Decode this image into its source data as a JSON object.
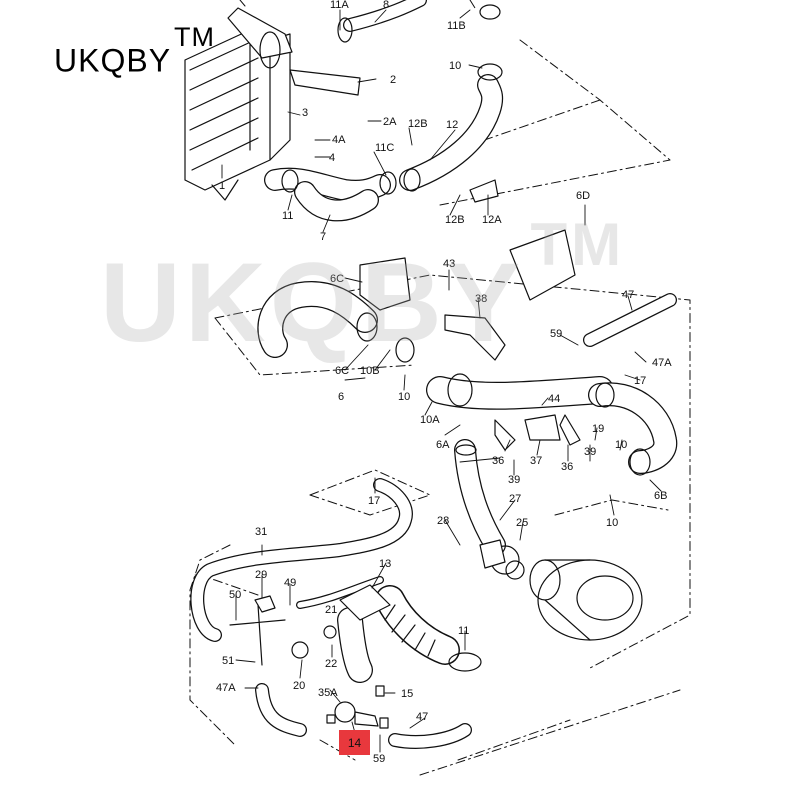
{
  "brand": {
    "name": "UKQBY",
    "mark": "TM"
  },
  "watermark": {
    "name": "UKQBY",
    "mark": "TM"
  },
  "highlight": {
    "label": "14",
    "color": "#e8383d"
  },
  "callouts": [
    {
      "id": "c-11a",
      "text": "11A"
    },
    {
      "id": "c-8",
      "text": "8"
    },
    {
      "id": "c-11b",
      "text": "11B"
    },
    {
      "id": "c-10-top",
      "text": "10"
    },
    {
      "id": "c-2",
      "text": "2"
    },
    {
      "id": "c-3",
      "text": "3"
    },
    {
      "id": "c-2a",
      "text": "2A"
    },
    {
      "id": "c-12b-top",
      "text": "12B"
    },
    {
      "id": "c-12",
      "text": "12"
    },
    {
      "id": "c-4a",
      "text": "4A"
    },
    {
      "id": "c-11c",
      "text": "11C"
    },
    {
      "id": "c-4",
      "text": "4"
    },
    {
      "id": "c-1",
      "text": "1"
    },
    {
      "id": "c-11-top",
      "text": "11"
    },
    {
      "id": "c-7",
      "text": "7"
    },
    {
      "id": "c-12b-bot",
      "text": "12B"
    },
    {
      "id": "c-12a",
      "text": "12A"
    },
    {
      "id": "c-6d",
      "text": "6D"
    },
    {
      "id": "c-43",
      "text": "43"
    },
    {
      "id": "c-6c-top",
      "text": "6C"
    },
    {
      "id": "c-38",
      "text": "38"
    },
    {
      "id": "c-47-top",
      "text": "47"
    },
    {
      "id": "c-59-mid",
      "text": "59"
    },
    {
      "id": "c-47a-right",
      "text": "47A"
    },
    {
      "id": "c-17-right",
      "text": "17"
    },
    {
      "id": "c-6c-bot",
      "text": "6C"
    },
    {
      "id": "c-10b",
      "text": "10B"
    },
    {
      "id": "c-6",
      "text": "6"
    },
    {
      "id": "c-10-mid",
      "text": "10"
    },
    {
      "id": "c-10a",
      "text": "10A"
    },
    {
      "id": "c-44",
      "text": "44"
    },
    {
      "id": "c-19",
      "text": "19"
    },
    {
      "id": "c-6a",
      "text": "6A"
    },
    {
      "id": "c-36-left",
      "text": "36"
    },
    {
      "id": "c-37",
      "text": "37"
    },
    {
      "id": "c-36-right",
      "text": "36"
    },
    {
      "id": "c-39-right",
      "text": "39"
    },
    {
      "id": "c-10-right",
      "text": "10"
    },
    {
      "id": "c-39-mid",
      "text": "39"
    },
    {
      "id": "c-6b",
      "text": "6B"
    },
    {
      "id": "c-17-left",
      "text": "17"
    },
    {
      "id": "c-27",
      "text": "27"
    },
    {
      "id": "c-25",
      "text": "25"
    },
    {
      "id": "c-28",
      "text": "28"
    },
    {
      "id": "c-10-bot",
      "text": "10"
    },
    {
      "id": "c-31",
      "text": "31"
    },
    {
      "id": "c-13",
      "text": "13"
    },
    {
      "id": "c-29",
      "text": "29"
    },
    {
      "id": "c-49",
      "text": "49"
    },
    {
      "id": "c-50",
      "text": "50"
    },
    {
      "id": "c-21",
      "text": "21"
    },
    {
      "id": "c-11-bot",
      "text": "11"
    },
    {
      "id": "c-22",
      "text": "22"
    },
    {
      "id": "c-51",
      "text": "51"
    },
    {
      "id": "c-20",
      "text": "20"
    },
    {
      "id": "c-47a-left",
      "text": "47A"
    },
    {
      "id": "c-35a",
      "text": "35A"
    },
    {
      "id": "c-15",
      "text": "15"
    },
    {
      "id": "c-47-bot",
      "text": "47"
    },
    {
      "id": "c-59-bot",
      "text": "59"
    }
  ]
}
